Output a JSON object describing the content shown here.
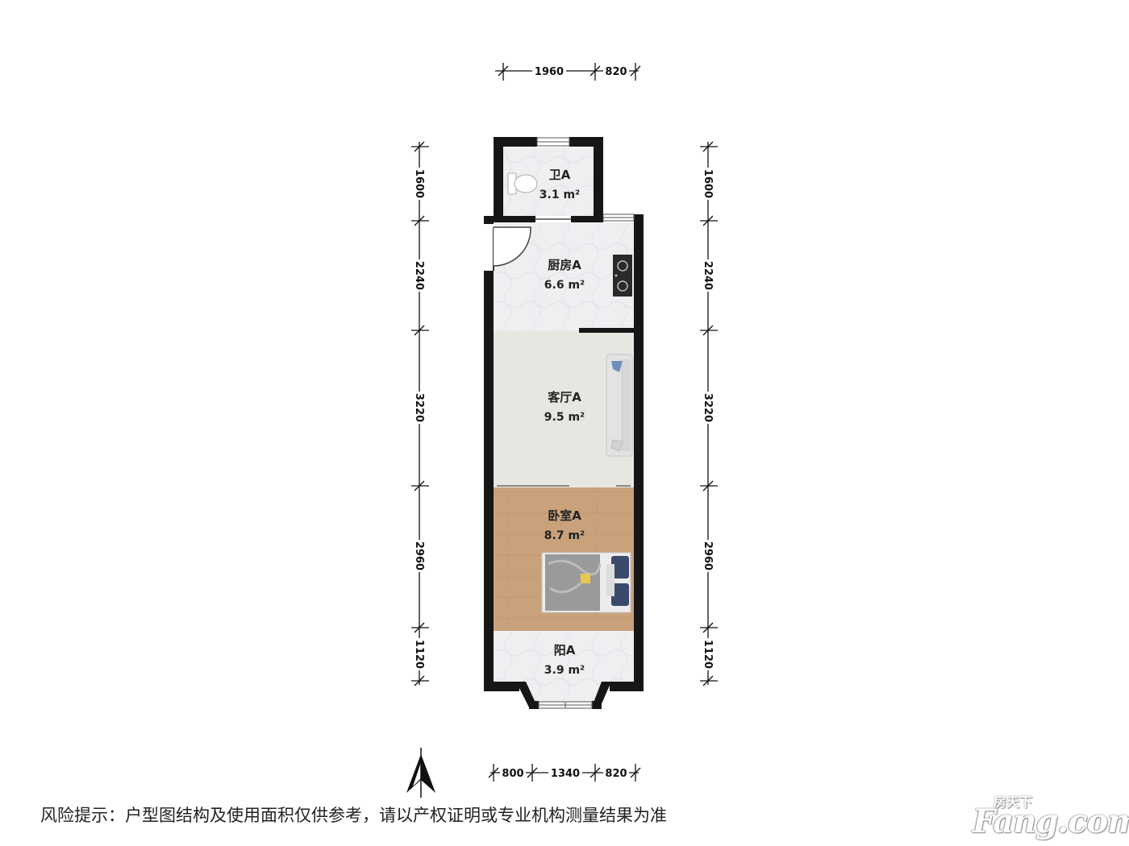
{
  "rooms": {
    "bathroom": {
      "name": "卫A",
      "area": "3.1 m²"
    },
    "kitchen": {
      "name": "厨房A",
      "area": "6.6 m²"
    },
    "living": {
      "name": "客厅A",
      "area": "9.5 m²"
    },
    "bedroom": {
      "name": "卧室A",
      "area": "8.7 m²"
    },
    "balcony": {
      "name": "阳A",
      "area": "3.9 m²"
    }
  },
  "dimensions": {
    "top": [
      "1960",
      "820"
    ],
    "bottom": [
      "800",
      "1340",
      "820"
    ],
    "left": [
      "1600",
      "2240",
      "3220",
      "2960",
      "1120"
    ],
    "right": [
      "1600",
      "2240",
      "3220",
      "2960",
      "1120"
    ]
  },
  "disclaimer": "风险提示：户型图结构及使用面积仅供参考，请以产权证明或专业机构测量结果为准",
  "watermark": {
    "cn": "房天下",
    "en": "Fang.com"
  },
  "colors": {
    "wall": "#161616",
    "tile": "#eeeff1",
    "living_floor": "#e8e6e0",
    "bedroom_floor": "#c9a27c",
    "sofa": "#e3e3e3",
    "bed_blanket": "#9a9a9a"
  }
}
